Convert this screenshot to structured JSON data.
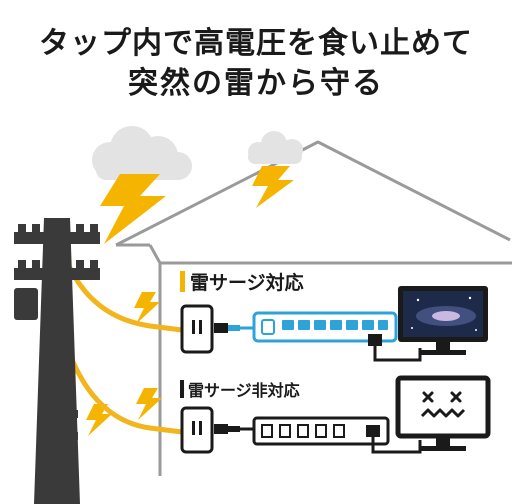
{
  "headline": {
    "line1": "タップ内で高電圧を食い止めて",
    "line2": "突然の雷から守る"
  },
  "labels": {
    "supported": "雷サージ対応",
    "unsupported": "雷サージ非対応"
  },
  "colors": {
    "accent_yellow": "#f5b400",
    "wire_yellow": "#f2b51d",
    "pole_dark": "#3a3a3a",
    "tap_blue": "#2ea3d9",
    "house_outline": "#9a9a9a",
    "cloud": "#e3e3e3"
  },
  "icons": [
    "cloud-icon",
    "lightning-bolt-icon",
    "utility-pole-icon",
    "wall-outlet-icon",
    "power-strip-icon",
    "tv-monitor-icon",
    "broken-tv-icon"
  ]
}
